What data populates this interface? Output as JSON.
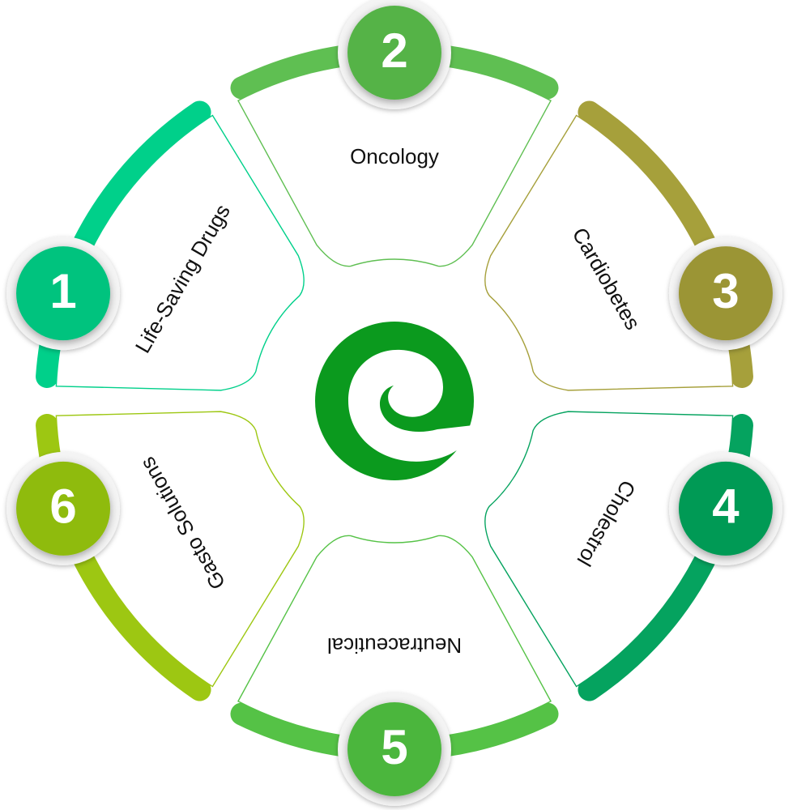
{
  "logo": {
    "name": "e-logo",
    "color": "#0b9a1e"
  },
  "segments": [
    {
      "number": "1",
      "label": "Life-Saving Drugs",
      "color": "#00d08a",
      "badge": "#00c37e"
    },
    {
      "number": "2",
      "label": "Oncology",
      "color": "#5fbf52",
      "badge": "#55b347"
    },
    {
      "number": "3",
      "label": "Cardiobetes",
      "color": "#a6a03b",
      "badge": "#9b9536"
    },
    {
      "number": "4",
      "label": "Cholestrol",
      "color": "#05a35f",
      "badge": "#009a55"
    },
    {
      "number": "5",
      "label": "Neutraceutical",
      "color": "#55c246",
      "badge": "#4bb63c"
    },
    {
      "number": "6",
      "label": "Gasto Solutions",
      "color": "#9dc712",
      "badge": "#8fbb0d"
    }
  ]
}
